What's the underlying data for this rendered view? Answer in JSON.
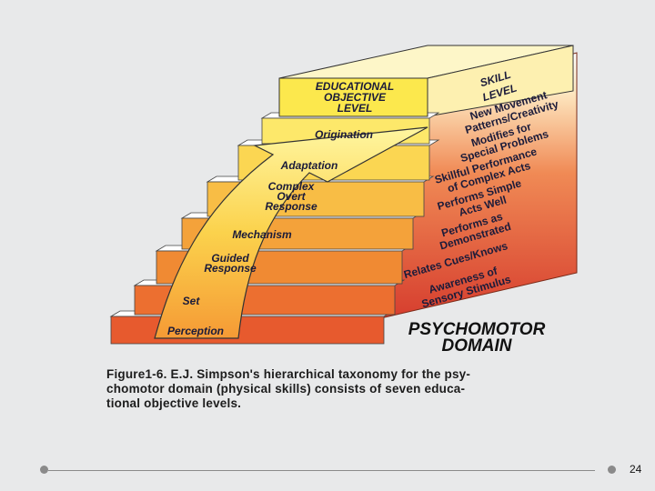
{
  "diagram": {
    "header": {
      "left": [
        "EDUCATIONAL",
        "OBJECTIVE",
        "LEVEL"
      ],
      "right": [
        "SKILL",
        "LEVEL"
      ]
    },
    "levels": [
      {
        "label": [
          "Perception"
        ],
        "skill": [
          "Awareness of",
          "Sensory Stimulus"
        ]
      },
      {
        "label": [
          "Set"
        ],
        "skill": [
          "Relates Cues/Knows"
        ]
      },
      {
        "label": [
          "Guided",
          "Response"
        ],
        "skill": [
          "Performs as",
          "Demonstrated"
        ]
      },
      {
        "label": [
          "Mechanism"
        ],
        "skill": [
          "Performs Simple",
          "Acts Well"
        ]
      },
      {
        "label": [
          "Complex",
          "Overt",
          "Response"
        ],
        "skill": [
          "Skillful Performance",
          "of Complex Acts"
        ]
      },
      {
        "label": [
          "Adaptation"
        ],
        "skill": [
          "Modifies for",
          "Special Problems"
        ]
      },
      {
        "label": [
          "Origination"
        ],
        "skill": [
          "New Movement",
          "Patterns/Creativity"
        ]
      }
    ],
    "domain_title": [
      "PSYCHOMOTOR",
      "DOMAIN"
    ]
  },
  "caption": [
    "Figure1-6. E.J. Simpson's hierarchical taxonomy for the psy-",
    "chomotor domain (physical skills) consists of seven educa-",
    "tional objective levels."
  ],
  "footer": {
    "page_number": "24"
  }
}
